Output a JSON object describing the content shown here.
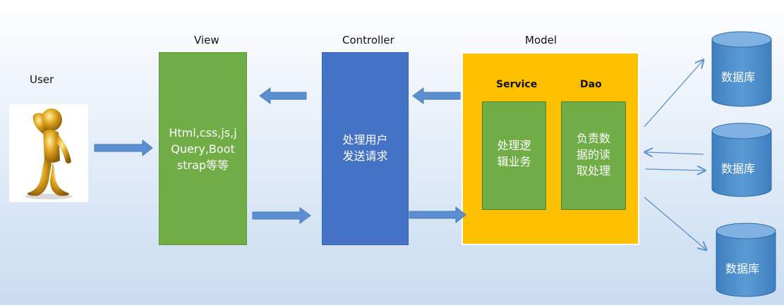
{
  "labels": {
    "user": "User",
    "view": "View",
    "controller": "Controller",
    "model": "Model",
    "service": "Service",
    "dao": "Dao"
  },
  "boxes": {
    "view": "Html,css,js,j\nQuery,Boot\nstrap等等",
    "controller": "处理用户\n发送请求",
    "service": "处理逻\n辑业务",
    "dao": "负责数\n据的读\n取处理"
  },
  "databases": [
    "数据库",
    "数据库",
    "数据库"
  ],
  "colors": {
    "view": "#70ad47",
    "controller": "#4472c4",
    "model": "#ffc000",
    "arrow": "#5b8fd1",
    "database": "#5b9bd5"
  },
  "icons": {
    "user": "golden-figure-icon"
  }
}
